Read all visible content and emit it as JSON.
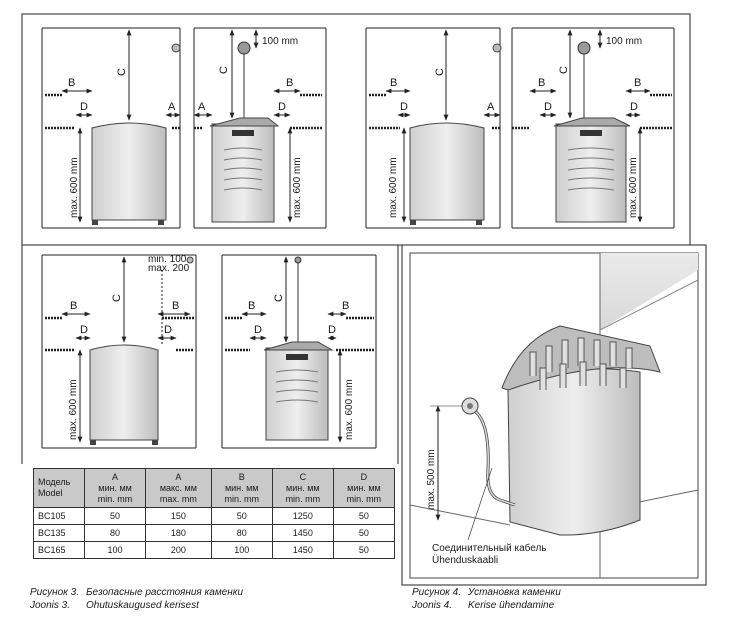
{
  "dim_labels": {
    "A": "A",
    "B": "B",
    "C": "C",
    "D": "D"
  },
  "max600": "max. 600 mm",
  "mm100": "100 mm",
  "min100": "min. 100",
  "max200": "max. 200",
  "max500": "max. 500 mm",
  "cable_ru": "Соединительный кабель",
  "cable_et": "Ühenduskaabli",
  "table": {
    "header": [
      [
        "Модель",
        "Model"
      ],
      [
        "A",
        "мин. мм",
        "min. mm"
      ],
      [
        "A",
        "макс. мм",
        "max. mm"
      ],
      [
        "B",
        "мин. мм",
        "min. mm"
      ],
      [
        "C",
        "мин. мм",
        "min. mm"
      ],
      [
        "D",
        "мин. мм",
        "min. mm"
      ]
    ],
    "rows": [
      [
        "BC105",
        "50",
        "150",
        "50",
        "1250",
        "50"
      ],
      [
        "BC135",
        "80",
        "180",
        "80",
        "1450",
        "50"
      ],
      [
        "BC165",
        "100",
        "200",
        "100",
        "1450",
        "50"
      ]
    ]
  },
  "captions": {
    "fig3_ru_num": "Рисунок 3.",
    "fig3_ru": "Безопасные расстояния каменки",
    "fig3_et_num": "Joonis 3.",
    "fig3_et": "Ohutuskaugused kerisest",
    "fig4_ru_num": "Рисунок 4.",
    "fig4_ru": "Установка каменки",
    "fig4_et_num": "Joonis 4.",
    "fig4_et": "Kerise ühendamine"
  }
}
